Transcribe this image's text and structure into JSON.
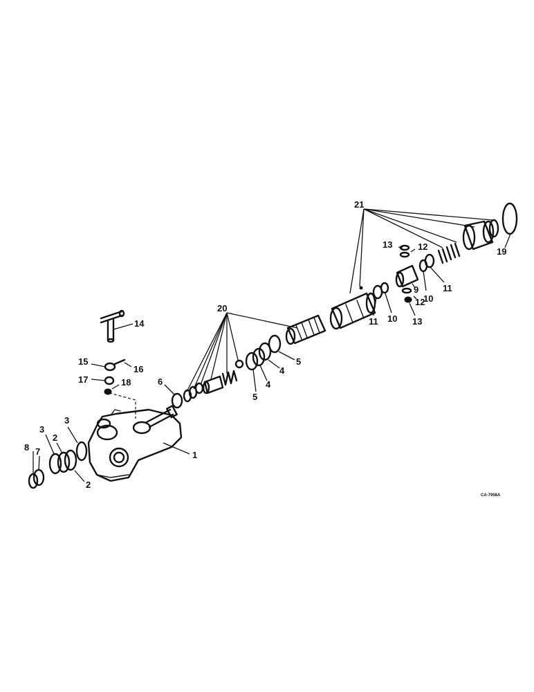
{
  "callouts": {
    "c1": "1",
    "c2a": "2",
    "c2b": "2",
    "c3a": "3",
    "c3b": "3",
    "c4a": "4",
    "c4b": "4",
    "c5a": "5",
    "c5b": "5",
    "c6": "6",
    "c7": "7",
    "c8": "8",
    "c9": "9",
    "c10a": "10",
    "c10b": "10",
    "c11a": "11",
    "c11b": "11",
    "c12a": "12",
    "c12b": "12",
    "c13a": "13",
    "c13b": "13",
    "c14": "14",
    "c15": "15",
    "c16": "16",
    "c17": "17",
    "c18": "18",
    "c19": "19",
    "c20": "20",
    "c21": "21"
  },
  "figure_code": "CA-7958A"
}
